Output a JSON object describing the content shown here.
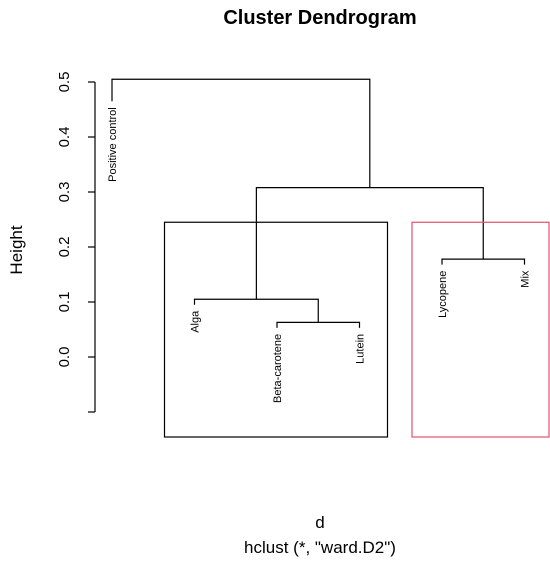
{
  "chart_data": {
    "type": "dendrogram",
    "title": "Cluster Dendrogram",
    "ylabel": "Height",
    "xlabel": "d",
    "subtitle": "hclust (*, \"ward.D2\")",
    "ylim": [
      -0.1,
      0.5
    ],
    "yticks": [
      "0.0",
      "0.1",
      "0.2",
      "0.3",
      "0.4",
      "0.5"
    ],
    "leaves": [
      "Positive control",
      "Alga",
      "Beta-carotene",
      "Lutein",
      "Lycopene",
      "Mix"
    ],
    "merges": [
      {
        "left": "Beta-carotene",
        "right": "Lutein",
        "height": 0.063
      },
      {
        "left": "Lycopene",
        "right": "Mix",
        "height": 0.178
      },
      {
        "left": "Alga",
        "right": "m1",
        "height": 0.105
      },
      {
        "left": "m3",
        "right": "m2",
        "height": 0.308
      },
      {
        "left": "Positive control",
        "right": "m4",
        "height": 0.505
      }
    ],
    "leaf_tops": {
      "Positive control": 0.465,
      "Alga": 0.095,
      "Beta-carotene": 0.053,
      "Lutein": 0.053,
      "Lycopene": 0.168,
      "Mix": 0.168
    },
    "cluster_boxes": [
      {
        "members": [
          "Alga",
          "Beta-carotene",
          "Lutein"
        ],
        "color": "#000000"
      },
      {
        "members": [
          "Lycopene",
          "Mix"
        ],
        "color": "#DF536B"
      }
    ],
    "box_top": 0.245
  }
}
